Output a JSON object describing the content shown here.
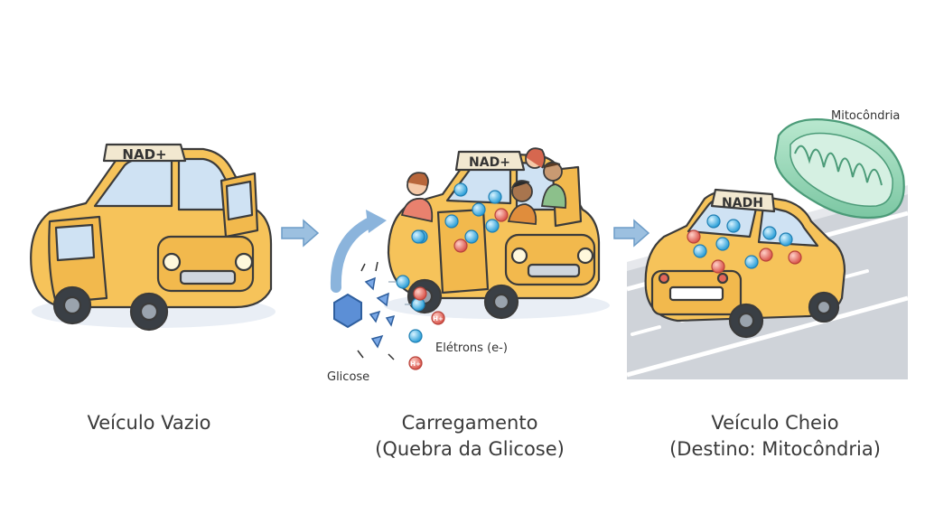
{
  "stages": [
    {
      "badge": "NAD+",
      "caption": [
        "Veículo Vazio"
      ]
    },
    {
      "badge": "NAD+",
      "caption": [
        "Carregamento",
        "(Quebra da Glicose)"
      ]
    },
    {
      "badge": "NADH",
      "caption": [
        "Veículo Cheio",
        "(Destino: Mitocôndria)"
      ]
    }
  ],
  "labels": {
    "glucose": "Glicose",
    "electrons": "Elétrons (e-)",
    "mitochondria": "Mitocôndria",
    "proton": "H+"
  },
  "colors": {
    "car_body": "#f6c35a",
    "car_outline": "#3b3b3b",
    "arrow": "#7aa6d0",
    "electron": "#3fb3e8",
    "proton": "#e4675a",
    "glucose": "#5c8fd6",
    "mitochondria": "#8fd4b2",
    "road": "#6f7378"
  },
  "icons": [
    "taxi-car-icon",
    "arrow-right-icon",
    "curved-arrow-icon",
    "glucose-hexagon-icon",
    "electron-icon",
    "proton-icon",
    "mitochondria-icon",
    "person-icon",
    "road-icon"
  ]
}
